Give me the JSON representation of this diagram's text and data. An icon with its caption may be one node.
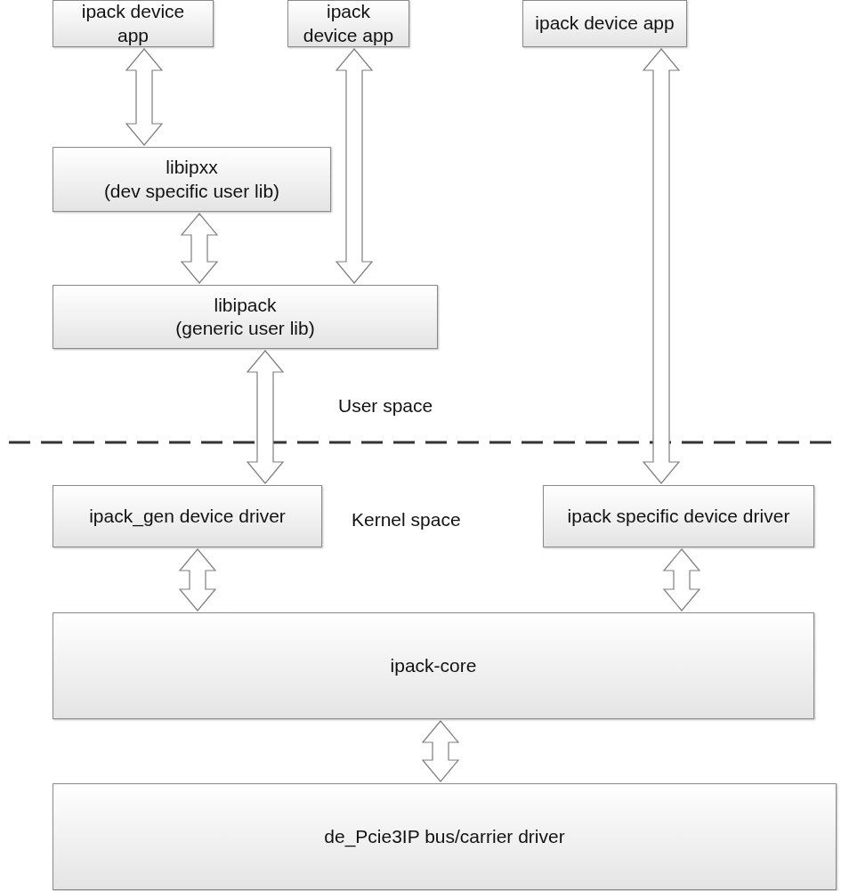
{
  "diagram": {
    "nodes": [
      {
        "text": [
          "ipack device app"
        ]
      },
      {
        "text": [
          "ipack device app"
        ]
      },
      {
        "text": [
          "ipack device app"
        ]
      },
      {
        "text": [
          "libipxx",
          "(dev specific user lib)"
        ]
      },
      {
        "text": [
          "libipack",
          "(generic user lib)"
        ]
      },
      {
        "text": [
          "ipack_gen device driver"
        ]
      },
      {
        "text": [
          "ipack specific device driver"
        ]
      },
      {
        "text": [
          "ipack-core"
        ]
      },
      {
        "text": [
          "de_Pcie3IP bus/carrier driver"
        ]
      }
    ],
    "edges": [
      {
        "from": 0,
        "to": 3,
        "arrow": "both"
      },
      {
        "from": 1,
        "to": 4,
        "arrow": "both"
      },
      {
        "from": 3,
        "to": 4,
        "arrow": "both"
      },
      {
        "from": 4,
        "to": 5,
        "arrow": "both"
      },
      {
        "from": 2,
        "to": 6,
        "arrow": "both"
      },
      {
        "from": 5,
        "to": 7,
        "arrow": "both"
      },
      {
        "from": 6,
        "to": 7,
        "arrow": "both"
      },
      {
        "from": 7,
        "to": 8,
        "arrow": "both"
      }
    ],
    "labels": [
      "User space",
      "Kernel space"
    ]
  }
}
